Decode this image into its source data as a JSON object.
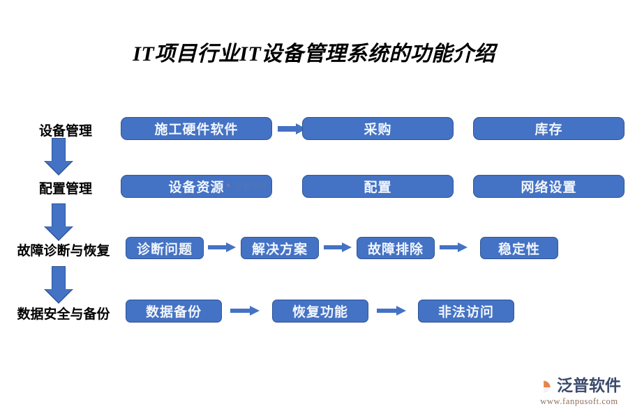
{
  "title": "IT项目行业IT设备管理系统的功能介绍",
  "theme": {
    "box_fill": "#4472C4",
    "box_border": "#2F5597",
    "box_text": "#F2F6FC",
    "arrow_color": "#4472C4",
    "background": "#FFFFFF",
    "label_text": "#000000"
  },
  "rows": [
    {
      "label": "设备管理",
      "boxes": [
        "施工硬件软件",
        "采购",
        "库存"
      ],
      "arrows": [
        "施工硬件软件->采购"
      ]
    },
    {
      "label": "配置管理",
      "boxes": [
        "设备资源",
        "配置",
        "网络设置"
      ],
      "arrows": []
    },
    {
      "label": "故障诊断与恢复",
      "boxes": [
        "诊断问题",
        "解决方案",
        "故障排除",
        "稳定性"
      ],
      "arrows": [
        "诊断问题->解决方案",
        "解决方案->故障排除",
        "故障排除->稳定性"
      ]
    },
    {
      "label": "数据安全与备份",
      "boxes": [
        "数据备份",
        "恢复功能",
        "非法访问"
      ],
      "arrows": [
        "数据备份->恢复功能",
        "恢复功能->非法访问"
      ]
    }
  ],
  "flow_arrows_down": [
    "设备管理->配置管理",
    "配置管理->故障诊断与恢复",
    "故障诊断与恢复->数据安全与备份"
  ],
  "watermark": {
    "text": "泛普软件"
  },
  "logo": {
    "name": "泛普软件",
    "url": "www.fanpusoft.com",
    "mark_color_dark": "#3B4A6B",
    "mark_color_accent": "#E8834A"
  }
}
